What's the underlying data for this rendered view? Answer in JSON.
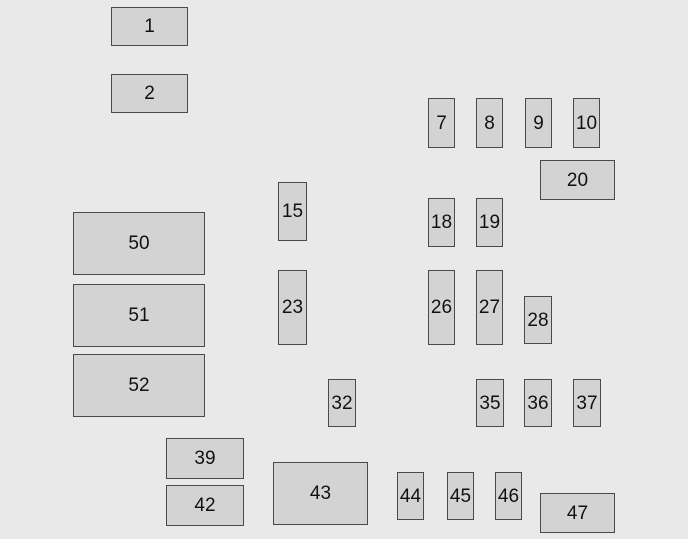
{
  "colors": {
    "background": "#e9e9e9",
    "fuse_fill": "#d3d3d3",
    "fuse_border": "#4a4a4a",
    "label": "#111111"
  },
  "fuses": [
    {
      "id": "f1",
      "label": "1"
    },
    {
      "id": "f2",
      "label": "2"
    },
    {
      "id": "f7",
      "label": "7"
    },
    {
      "id": "f8",
      "label": "8"
    },
    {
      "id": "f9",
      "label": "9"
    },
    {
      "id": "f10",
      "label": "10"
    },
    {
      "id": "f20",
      "label": "20"
    },
    {
      "id": "f15",
      "label": "15"
    },
    {
      "id": "f18",
      "label": "18"
    },
    {
      "id": "f19",
      "label": "19"
    },
    {
      "id": "f50",
      "label": "50"
    },
    {
      "id": "f51",
      "label": "51"
    },
    {
      "id": "f52",
      "label": "52"
    },
    {
      "id": "f23",
      "label": "23"
    },
    {
      "id": "f26",
      "label": "26"
    },
    {
      "id": "f27",
      "label": "27"
    },
    {
      "id": "f28",
      "label": "28"
    },
    {
      "id": "f32",
      "label": "32"
    },
    {
      "id": "f35",
      "label": "35"
    },
    {
      "id": "f36",
      "label": "36"
    },
    {
      "id": "f37",
      "label": "37"
    },
    {
      "id": "f39",
      "label": "39"
    },
    {
      "id": "f42",
      "label": "42"
    },
    {
      "id": "f43",
      "label": "43"
    },
    {
      "id": "f44",
      "label": "44"
    },
    {
      "id": "f45",
      "label": "45"
    },
    {
      "id": "f46",
      "label": "46"
    },
    {
      "id": "f47",
      "label": "47"
    }
  ]
}
